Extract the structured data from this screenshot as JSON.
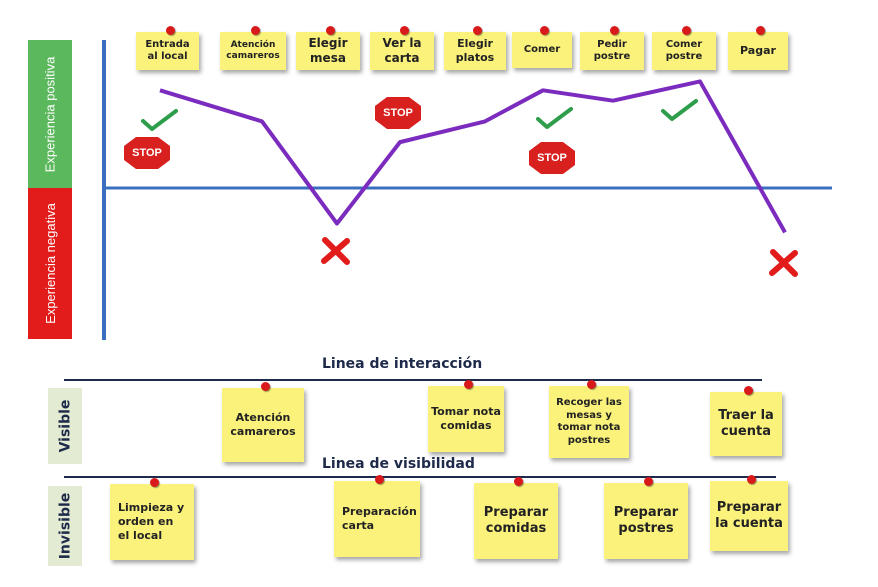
{
  "bands": {
    "positive": "Experiencia positiva",
    "negative": "Experiencia negativa",
    "visible": "Visible",
    "invisible": "Invisible"
  },
  "lines": {
    "interaction": "Linea de interacción",
    "visibility": "Linea de visibilidad"
  },
  "steps": [
    {
      "label": "Entrada\nal local",
      "level": 0.66
    },
    {
      "label": "Atención\ncamareros",
      "level": 0.45
    },
    {
      "label": "Elegir\nmesa",
      "level": -0.24
    },
    {
      "label": "Ver la\ncarta",
      "level": 0.31
    },
    {
      "label": "Elegir\nplatos",
      "level": 0.45
    },
    {
      "label": "Comer",
      "level": 0.66
    },
    {
      "label": "Pedir\npostre",
      "level": 0.59
    },
    {
      "label": "Comer\npostre",
      "level": 0.72
    },
    {
      "label": "Pagar",
      "level": -0.3
    }
  ],
  "markers": {
    "stop_label": "STOP",
    "colors": {
      "line": "#7b2cbf",
      "axis": "#3a6fc0",
      "check": "#2e9e4c",
      "cross": "#e21b1b",
      "stop": "#d8201e"
    }
  },
  "visible_notes": [
    "Atención\ncamareros",
    "Tomar nota\ncomidas",
    "Recoger las\nmesas y\ntomar nota\npostres",
    "Traer la\ncuenta"
  ],
  "invisible_notes": [
    "Limpieza y\norden en\nel local",
    "Preparación\ncarta",
    "Preparar\ncomidas",
    "Preparar\npostres",
    "Preparar\nla cuenta"
  ]
}
